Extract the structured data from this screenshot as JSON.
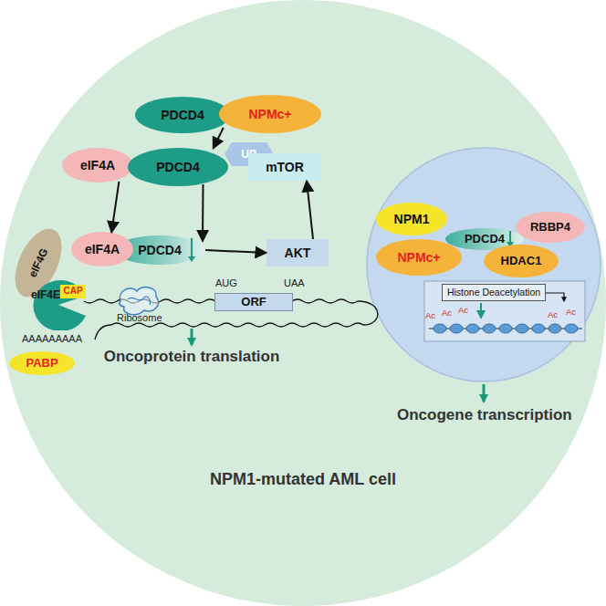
{
  "diagram": {
    "nodes": [
      {
        "text": [
          "NPM1-mutated AML cell"
        ]
      },
      {
        "text": [
          "PDCD4"
        ],
        "in": 0
      },
      {
        "text": [
          "NPMc+"
        ],
        "in": 0
      },
      {
        "text": [
          "eIF4A"
        ],
        "in": 0
      },
      {
        "text": [
          "PDCD4"
        ],
        "in": 0
      },
      {
        "text": [
          "UB"
        ],
        "in": 0
      },
      {
        "text": [
          "mTOR"
        ],
        "in": 0
      },
      {
        "text": [
          "PDCD4"
        ],
        "in": 0
      },
      {
        "text": [
          "AKT"
        ],
        "in": 0
      },
      {
        "text": [
          "eIF4G"
        ],
        "in": 0
      },
      {
        "text": [
          "eIF4A"
        ],
        "in": 0
      },
      {
        "text": [
          "eIF4E"
        ],
        "in": 0
      },
      {
        "text": [
          "CAP"
        ],
        "in": 11
      },
      {
        "text": [
          "PABP"
        ],
        "in": 0
      },
      {
        "text": [
          "ORF"
        ],
        "in": 0
      },
      {
        "text": [
          "NPM1"
        ],
        "in": 0
      },
      {
        "text": [
          "PDCD4"
        ],
        "in": 0
      },
      {
        "text": [
          "RBBP4"
        ],
        "in": 0
      },
      {
        "text": [
          "NPMc+"
        ],
        "in": 0
      },
      {
        "text": [
          "HDAC1"
        ],
        "in": 0
      },
      {
        "text": [
          "Histone Deacetylation"
        ],
        "in": 0
      }
    ],
    "edges": [
      {
        "from": 1,
        "to": 4,
        "arrow": "to"
      },
      {
        "from": 3,
        "to": 10,
        "arrow": "to"
      },
      {
        "from": 4,
        "to": 7,
        "arrow": "to"
      },
      {
        "from": 7,
        "to": 8,
        "arrow": "to"
      },
      {
        "from": 8,
        "to": 6,
        "arrow": "to"
      }
    ],
    "labels": [
      "AUG",
      "UAA",
      "AAAAAAAAA",
      "Ribosome",
      "Oncoprotein translation",
      "Oncogene transcription",
      "Ac",
      "Ac",
      "Ac",
      "Ac",
      "Ac"
    ]
  }
}
